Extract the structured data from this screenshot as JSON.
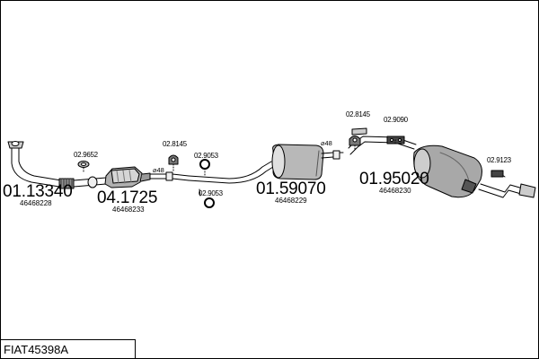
{
  "kit_id": "FIAT45398A",
  "parts": [
    {
      "number": "01.13340",
      "ref": "46468228"
    },
    {
      "number": "04.1725",
      "ref": "46468233"
    },
    {
      "number": "01.59070",
      "ref": "46468229"
    },
    {
      "number": "01.95020",
      "ref": "46468230"
    }
  ],
  "accessories": {
    "a1": "02.9652",
    "a2": "02.8145",
    "a3": "02.9053",
    "a4": "02.9053",
    "a5": "02.8145",
    "a6": "02.9090",
    "a7": "02.9123"
  },
  "diameters": {
    "d1": "⌀48",
    "d2": "⌀48"
  },
  "colors": {
    "line": "#000000",
    "fill": "#b9b9b9",
    "dark": "#555555"
  }
}
